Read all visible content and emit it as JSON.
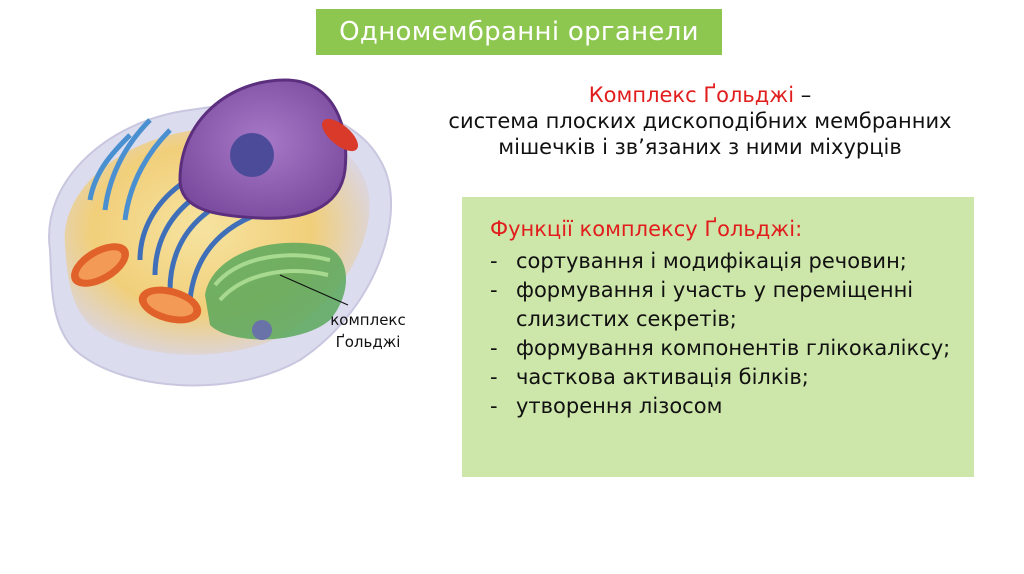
{
  "slide": {
    "title": "Одномембранні органели",
    "definition": {
      "term": "Комплекс Ґольджі",
      "separator": " –",
      "line1": "система плоских дископодібних мембранних",
      "line2": "мішечків і зв’язаних з ними міхурців"
    },
    "functions": {
      "heading": "Функції комплексу Ґольджі:",
      "items": [
        {
          "dash": "-",
          "text": "сортування і модифікація речовин;"
        },
        {
          "dash": "-",
          "text": "формування і участь у переміщенні слизистих секретів;"
        },
        {
          "dash": "-",
          "text": "формування компонентів глікокаліксу;"
        },
        {
          "dash": "-",
          "text": "часткова активація білків;"
        },
        {
          "dash": "-",
          "text": "утворення лізосом"
        }
      ]
    },
    "illustration": {
      "subject": "animal cell cross-section",
      "callout_line1": "комплекс",
      "callout_line2": "Ґольджі"
    },
    "colors": {
      "title_bg": "#8dc750",
      "functions_bg": "#cde6a9",
      "accent_red": "#e11d1d"
    }
  }
}
